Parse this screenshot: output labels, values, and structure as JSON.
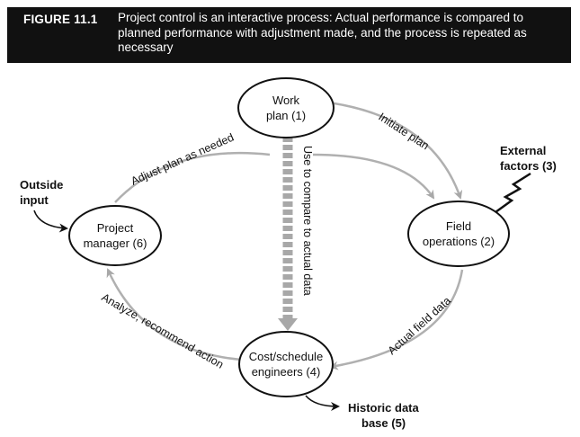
{
  "caption": {
    "label": "FIGURE 11.1",
    "text": "Project control is an interactive process: Actual performance is compared to planned performance with adjustment made, and the process is repeated as necessary"
  },
  "nodes": {
    "work_plan": [
      "Work",
      "plan (1)"
    ],
    "field_operations": [
      "Field",
      "operations (2)"
    ],
    "cost_schedule": [
      "Cost/schedule",
      "engineers (4)"
    ],
    "project_manager": [
      "Project",
      "manager (6)"
    ]
  },
  "edges": {
    "initiate_plan": "Initiate plan",
    "actual_field_data": "Actual field data",
    "analyze_recommend": "Analyze, recommend action",
    "adjust_plan": "Adjust plan as needed",
    "use_to_compare": "Use to compare to actual data"
  },
  "external": {
    "external_factors": [
      "External",
      "factors (3)"
    ],
    "outside_input": [
      "Outside",
      "input"
    ],
    "historic_data": [
      "Historic data",
      "base (5)"
    ]
  }
}
